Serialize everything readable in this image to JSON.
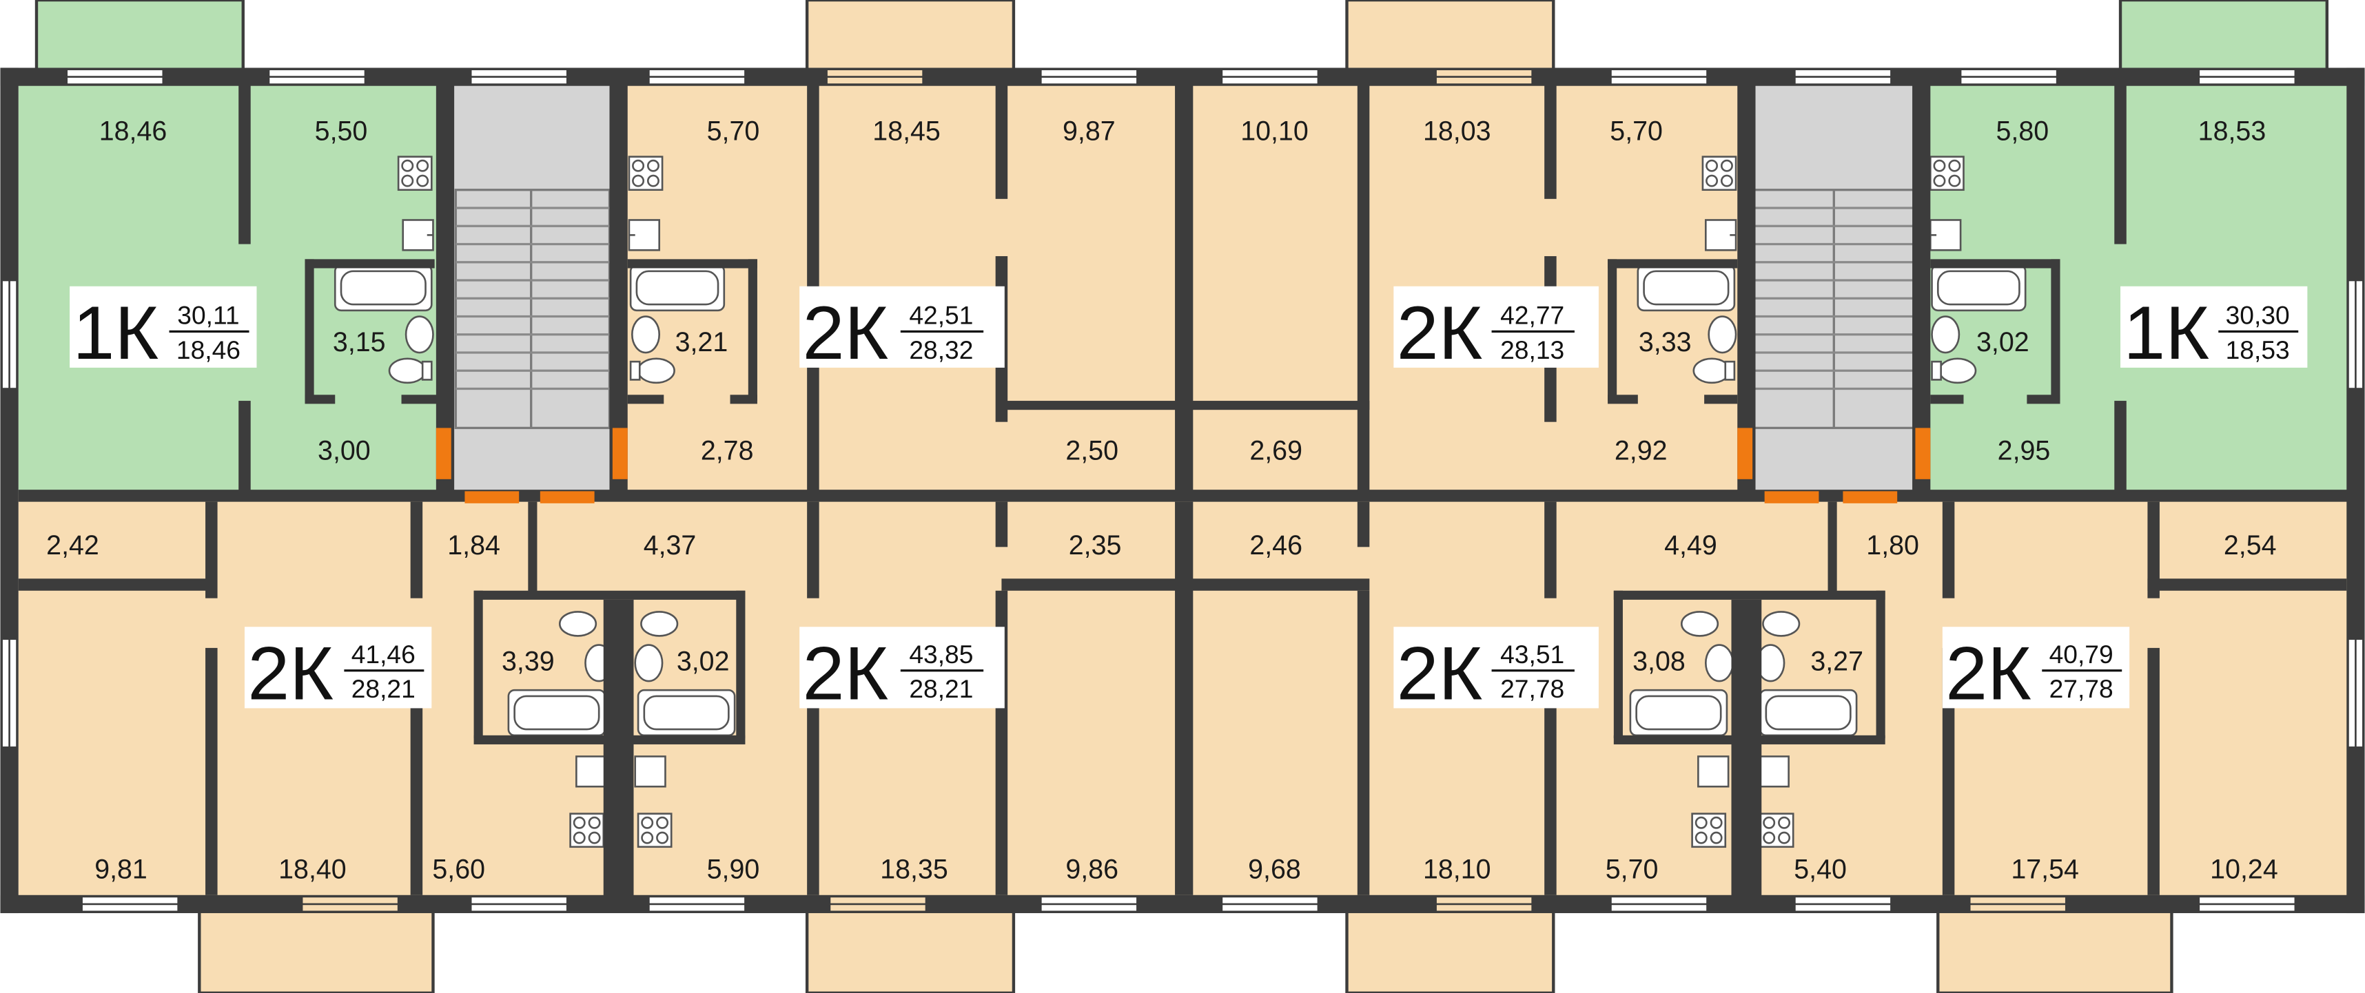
{
  "colors": {
    "peach": "#f8ddb4",
    "green": "#b6e0b3",
    "stair": "#d4d4d4",
    "wall": "#3c3c3c",
    "door": "#f07a12",
    "text": "#1a1a1a"
  },
  "apartments": [
    {
      "type": "1К",
      "total": "30,11",
      "living": "18,46"
    },
    {
      "type": "2К",
      "total": "42,51",
      "living": "28,32"
    },
    {
      "type": "2К",
      "total": "42,77",
      "living": "28,13"
    },
    {
      "type": "1К",
      "total": "30,30",
      "living": "18,53"
    },
    {
      "type": "2К",
      "total": "41,46",
      "living": "28,21"
    },
    {
      "type": "2К",
      "total": "43,85",
      "living": "28,21"
    },
    {
      "type": "2К",
      "total": "43,51",
      "living": "27,78"
    },
    {
      "type": "2К",
      "total": "40,79",
      "living": "27,78"
    }
  ],
  "rooms": {
    "top": [
      "18,46",
      "5,50",
      "3,15",
      "3,00",
      "5,70",
      "3,21",
      "2,78",
      "18,45",
      "9,87",
      "2,50",
      "10,10",
      "2,69",
      "18,03",
      "5,70",
      "3,33",
      "2,92",
      "5,80",
      "3,02",
      "2,95",
      "18,53"
    ],
    "bottom": [
      "2,42",
      "9,81",
      "18,40",
      "1,84",
      "3,39",
      "5,60",
      "4,37",
      "3,02",
      "5,90",
      "18,35",
      "2,35",
      "9,86",
      "2,46",
      "9,68",
      "18,10",
      "4,49",
      "3,08",
      "5,70",
      "1,80",
      "3,27",
      "5,40",
      "17,54",
      "2,54",
      "10,24"
    ]
  }
}
